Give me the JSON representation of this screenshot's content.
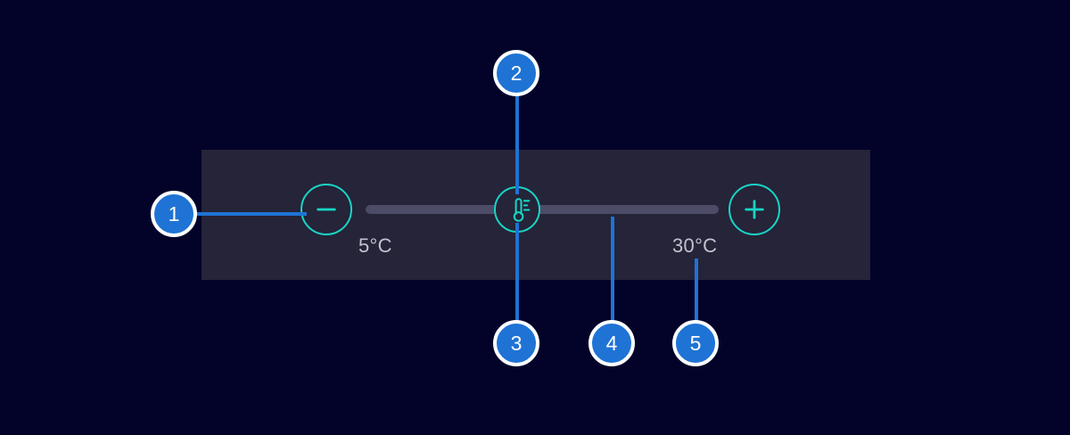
{
  "background_color": "#030229",
  "panel": {
    "name": "temperature-slider-panel",
    "background_color": "#252438"
  },
  "control": {
    "type": "temperature-range-slider",
    "accent_color": "#18d5c6",
    "track_color": "#4d4c68",
    "decrease_button": {
      "icon": "minus-icon",
      "label": "−"
    },
    "increase_button": {
      "icon": "plus-icon",
      "label": "+"
    },
    "handle": {
      "icon": "thermometer-icon"
    },
    "min_label": "5°C",
    "max_label": "30°C"
  },
  "callouts": {
    "badge_color": "#1f73d4",
    "leader_color": "#1f73d4",
    "border_color": "#ffffff",
    "items": [
      {
        "number": "1",
        "target": "decrease-button"
      },
      {
        "number": "2",
        "target": "slider-handle-top"
      },
      {
        "number": "3",
        "target": "slider-handle-bottom"
      },
      {
        "number": "4",
        "target": "slider-track"
      },
      {
        "number": "5",
        "target": "max-temperature-label"
      }
    ]
  }
}
